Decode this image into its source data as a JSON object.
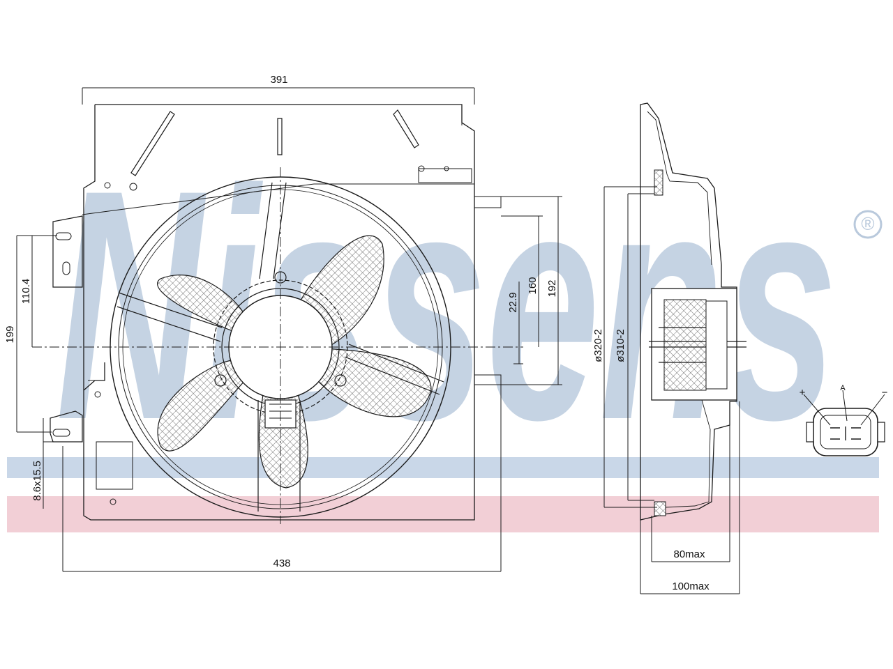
{
  "brand": {
    "name": "Nissens",
    "registered_mark": "®",
    "watermark_color": "#b9c9dc",
    "stripe_blue": "#c9d7e8",
    "stripe_pink": "#f2cfd6"
  },
  "front_view": {
    "dim_width_top": "391",
    "dim_width_bottom": "438",
    "dim_height_left": "199",
    "dim_mount_offset": "110.4",
    "dim_slot": "8.6x15.5",
    "dim_hub_small": "22.9",
    "dim_height_160": "160",
    "dim_height_192": "192"
  },
  "side_view": {
    "dim_dia_outer": "ø320-2",
    "dim_dia_inner": "ø310-2",
    "dim_depth_80": "80max",
    "dim_depth_100": "100max"
  },
  "connector": {
    "plus_label": "+",
    "minus_label": "−",
    "pin_label": "A"
  },
  "colors": {
    "line": "#1a1a1a",
    "mesh": "#555555"
  }
}
